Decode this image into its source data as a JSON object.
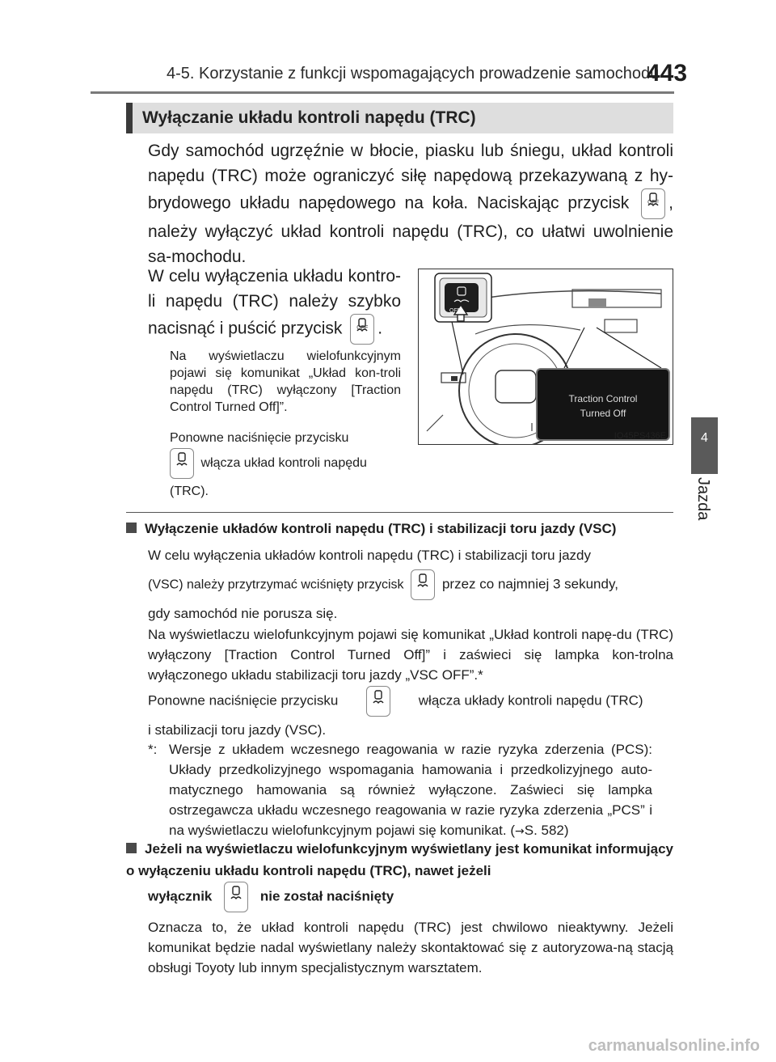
{
  "header": {
    "running_title": "4-5. Korzystanie z funkcji wspomagających prowadzenie samochodu",
    "page_number": "443"
  },
  "side_tab": {
    "number": "4",
    "label": "Jazda"
  },
  "section": {
    "title": "Wyłączanie układu kontroli napędu (TRC)"
  },
  "intro": {
    "p1_a": "Gdy samochód ugrzęźnie w błocie, piasku lub śniegu, układ kontroli napędu (TRC) może ograniczyć siłę napędową przekazywaną z hy-",
    "p1_b": "brydowego układu napędowego na koła. Naciskając przycisk",
    "p1_b_end": ",",
    "p1_c": "należy wyłączyć układ kontroli napędu (TRC), co ułatwi uwolnienie sa-mochodu.",
    "p2_a": "W celu wyłączenia układu kontro-li napędu (TRC) należy szybko",
    "p2_b": "nacisnąć i puścić przycisk",
    "p2_b_end": ".",
    "p3": "Na wyświetlaczu wielofunkcyjnym pojawi się komunikat „Układ kon-troli napędu (TRC) wyłączony [Traction Control Turned Off]”.",
    "p4_a": "Ponowne naciśnięcie przycisku",
    "p4_b": "włącza układ kontroli napędu",
    "p4_c": "(TRC)."
  },
  "figure": {
    "code": "IO45PS436E",
    "display_line1": "Traction Control",
    "display_line2": "Turned Off",
    "button_label": "OFF"
  },
  "vsc": {
    "heading": "Wyłączenie układów kontroli napędu (TRC) i stabilizacji toru jazdy (VSC)",
    "p1_a": "W celu wyłączenia układów kontroli napędu (TRC) i stabilizacji toru jazdy",
    "p1_b": "(VSC) należy przytrzymać wciśnięty przycisk",
    "p1_b_end": "przez co najmniej 3 sekundy,",
    "p1_c": "gdy samochód nie porusza się.",
    "p2": "Na wyświetlaczu wielofunkcyjnym pojawi się komunikat „Układ kontroli napę-du (TRC) wyłączony [Traction Control Turned Off]” i zaświeci się lampka kon-trolna wyłączonego układu stabilizacji toru jazdy „VSC OFF”.*",
    "p3_a": "Ponowne naciśnięcie przycisku",
    "p3_b": "włącza układy kontroli napędu (TRC)",
    "p3_c": "i stabilizacji toru jazdy (VSC).",
    "note_marker": "*:",
    "note": "Wersje z układem wczesnego reagowania w razie ryzyka zderzenia (PCS): Układy przedkolizyjnego wspomagania hamowania i przedkolizyjnego auto-matycznego hamowania są również wyłączone. Zaświeci się lampka ostrzegawcza układu wczesnego reagowania w razie ryzyka zderzenia „PCS” i na wyświetlaczu wielofunkcyjnym pojawi się komunikat. (",
    "note_arrow": "→",
    "note_ref": "S. 582)"
  },
  "msg": {
    "heading_a": "Jeżeli na wyświetlaczu wielofunkcyjnym wyświetlany jest komunikat informujący o wyłączeniu układu kontroli napędu (TRC), nawet jeżeli",
    "heading_b": "wyłącznik",
    "heading_b_end": "nie został naciśnięty",
    "p1": "Oznacza to, że układ kontroli napędu (TRC) jest chwilowo nieaktywny. Jeżeli komunikat będzie nadal wyświetlany należy skontaktować się z autoryzowa-ną stacją obsługi Toyoty lub innym specjalistycznym warsztatem."
  },
  "watermark": "carmanualsonline.info"
}
